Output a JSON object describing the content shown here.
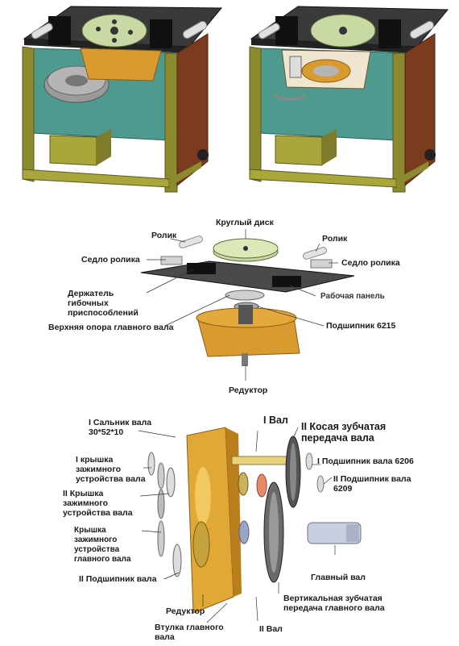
{
  "panel2": {
    "labels": {
      "disk": "Круглый диск",
      "roller_left": "Ролик",
      "roller_right": "Ролик",
      "saddle_left": "Седло ролика",
      "saddle_right": "Седло ролика",
      "holder": "Держатель гибочных приспособлений",
      "work_panel": "Рабочая панель",
      "upper_support": "Верхняя опора главного вала",
      "bearing": "Подшипник 6215",
      "reducer": "Редуктор"
    }
  },
  "panel3": {
    "labels": {
      "seal": "I Сальник вала 30*52*10",
      "cover1": "I крышка зажимного устройства вала",
      "cover2": "II Крышка зажимного устройства вала",
      "cover_main": "Крышка зажимного устройства главного вала",
      "bearing2_left": "II Подшипник вала",
      "reducer": "Редуктор",
      "sleeve": "Втулка главного вала",
      "shaft2": "II Вал",
      "shaft1": "I Вал",
      "helical": "II Косая зубчатая передача вала",
      "bearing6206": "I Подшипник вала 6206",
      "bearing6209": "II Подшипник вала 6209",
      "main_shaft": "Главный вал",
      "vertical_gear": "Вертикальная зубчатая передача главного вала"
    }
  },
  "colors": {
    "frame": "#8c8a2e",
    "panel_side": "#7a3b1f",
    "teal": "#4f9a8f",
    "reducer": "#d99b2f",
    "dark": "#1c1c1c"
  }
}
